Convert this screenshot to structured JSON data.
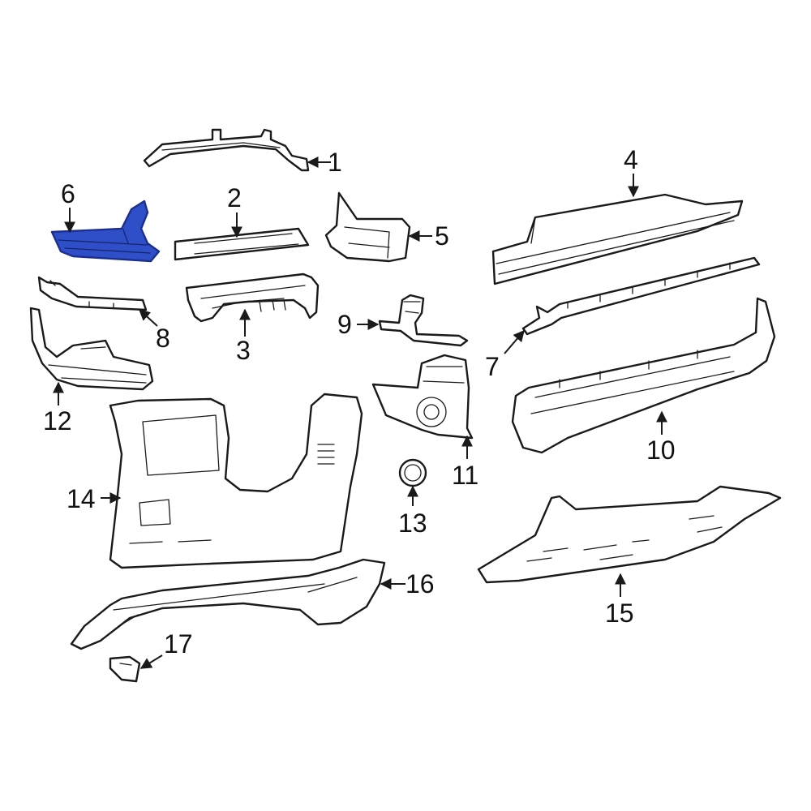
{
  "colors": {
    "background": "#ffffff",
    "line": "#1a1a1a",
    "highlight": "#2f4fc8",
    "highlight_dark": "#1c2f8f"
  },
  "highlighted_part": "6",
  "callouts": {
    "c1": "1",
    "c2": "2",
    "c3": "3",
    "c4": "4",
    "c5": "5",
    "c6": "6",
    "c7": "7",
    "c8": "8",
    "c9": "9",
    "c10": "10",
    "c11": "11",
    "c12": "12",
    "c13": "13",
    "c14": "14",
    "c15": "15",
    "c16": "16",
    "c17": "17"
  }
}
